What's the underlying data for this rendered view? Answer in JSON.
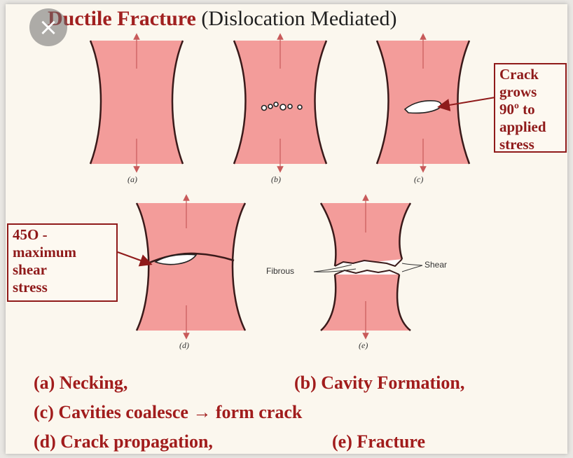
{
  "title": {
    "bold": "Ductile Fracture",
    "rest": "(Dislocation Mediated)"
  },
  "captions": {
    "a": "(a)",
    "b": "(b)",
    "c": "(c)",
    "d": "(d)",
    "e": "(e)"
  },
  "callouts": {
    "crack_90": [
      "Crack",
      "grows",
      "90º to",
      "applied",
      "stress"
    ],
    "shear_45": [
      "45O -",
      "maximum",
      "shear",
      "stress"
    ]
  },
  "labels": {
    "fibrous": "Fibrous",
    "shear": "Shear"
  },
  "legend": {
    "line1_a": "(a) Necking,",
    "line1_b": "(b) Cavity Formation,",
    "line2": "(c) Cavities coalesce → form crack",
    "line3_a": "(d) Crack propagation,",
    "line3_b": "(e) Fracture"
  },
  "colors": {
    "specimen": "#f39c9a",
    "outline": "#3a1a1a",
    "accent": "#a11c1c"
  },
  "icons": {
    "close": "close-icon"
  }
}
